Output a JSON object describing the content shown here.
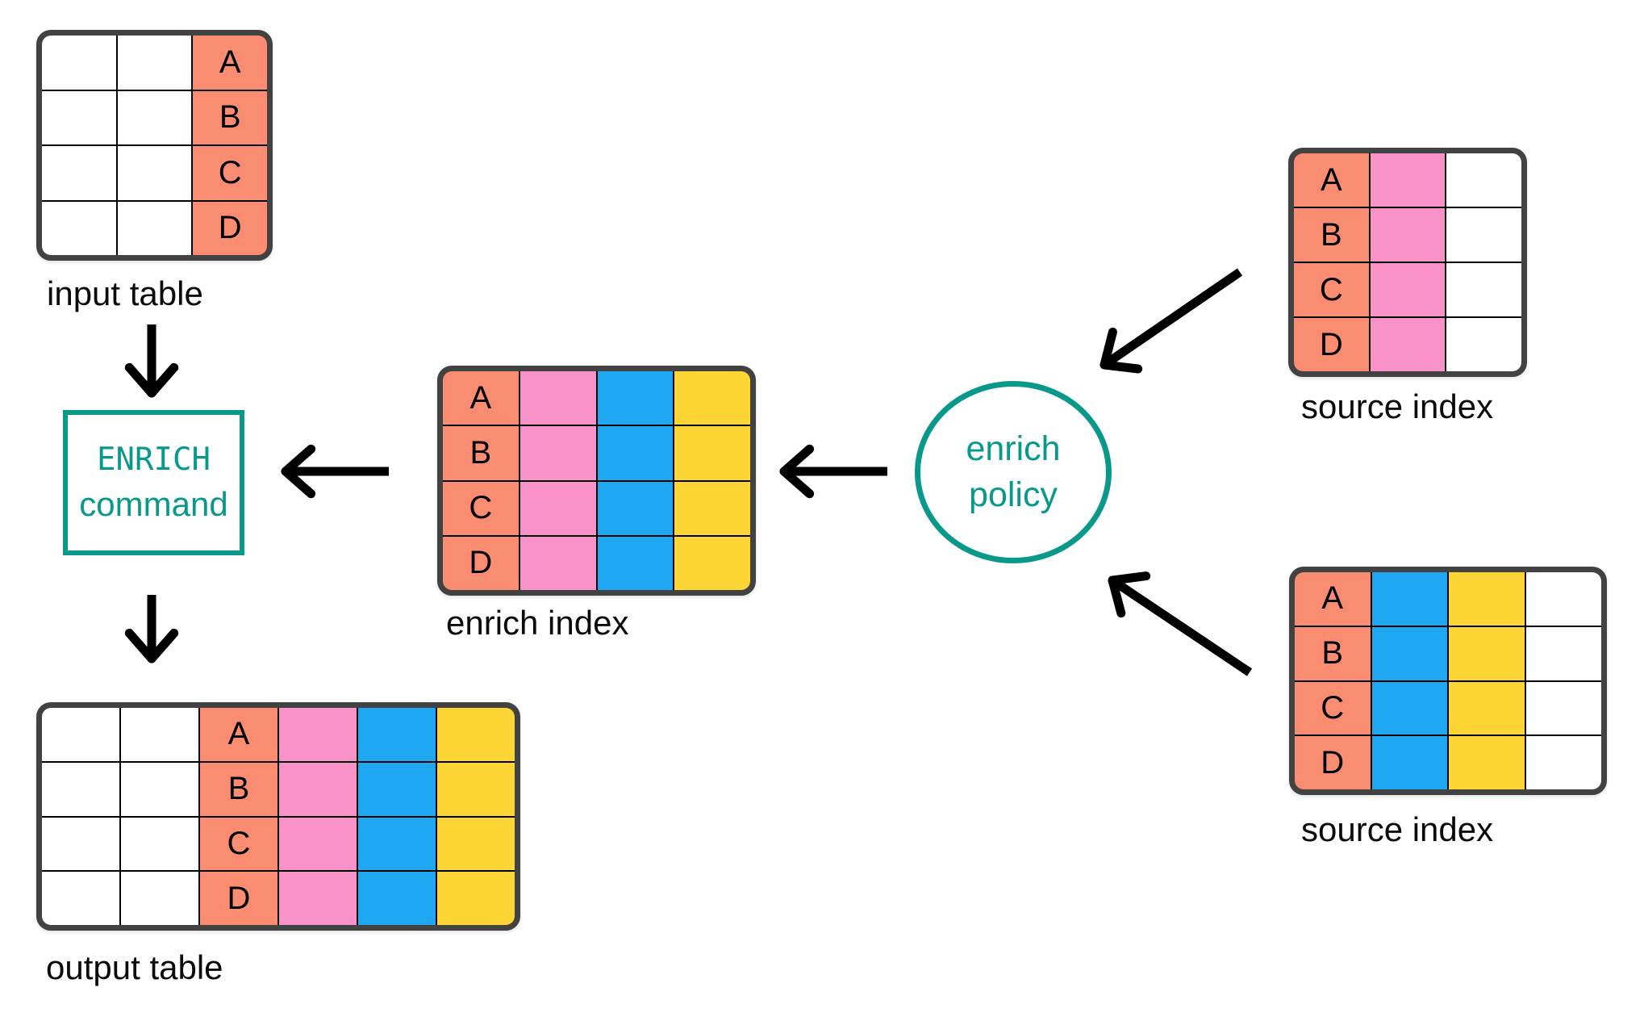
{
  "colors": {
    "salmon": "#FA8D71",
    "pink": "#F992C9",
    "blue": "#1FA8F1",
    "yellow": "#FDD535",
    "teal": "#08998A",
    "table_border": "#424242",
    "grid_line": "#000000",
    "label_text": "#0b0b0b",
    "arrow": "#000000",
    "cell_white": "#FFFFFF"
  },
  "row_letters": [
    "A",
    "B",
    "C",
    "D"
  ],
  "tables": [
    {
      "key": "input-table",
      "label": "input table",
      "columns": [
        "white",
        "white",
        "salmon"
      ],
      "letter_col": 2
    },
    {
      "key": "enrich-index",
      "label": "enrich index",
      "columns": [
        "salmon",
        "pink",
        "blue",
        "yellow"
      ],
      "letter_col": 0
    },
    {
      "key": "source-index-top",
      "label": "source index",
      "columns": [
        "salmon",
        "pink",
        "white"
      ],
      "letter_col": 0
    },
    {
      "key": "source-index-bottom",
      "label": "source index",
      "columns": [
        "salmon",
        "blue",
        "yellow",
        "white"
      ],
      "letter_col": 0
    },
    {
      "key": "output-table",
      "label": "output table",
      "columns": [
        "white",
        "white",
        "salmon",
        "pink",
        "blue",
        "yellow"
      ],
      "letter_col": 2
    }
  ],
  "enrich_command": {
    "line1": "ENRICH",
    "line2": "command"
  },
  "enrich_policy": {
    "line1": "enrich",
    "line2": "policy"
  },
  "arrows": [
    {
      "id": "input-to-command",
      "from": "input table",
      "to": "ENRICH command"
    },
    {
      "id": "command-to-output",
      "from": "ENRICH command",
      "to": "output table"
    },
    {
      "id": "index-to-command",
      "from": "enrich index",
      "to": "ENRICH command"
    },
    {
      "id": "policy-to-index",
      "from": "enrich policy",
      "to": "enrich index"
    },
    {
      "id": "sourcetop-to-policy",
      "from": "source index (top)",
      "to": "enrich policy"
    },
    {
      "id": "sourcebottom-to-policy",
      "from": "source index (bottom)",
      "to": "enrich policy"
    }
  ]
}
